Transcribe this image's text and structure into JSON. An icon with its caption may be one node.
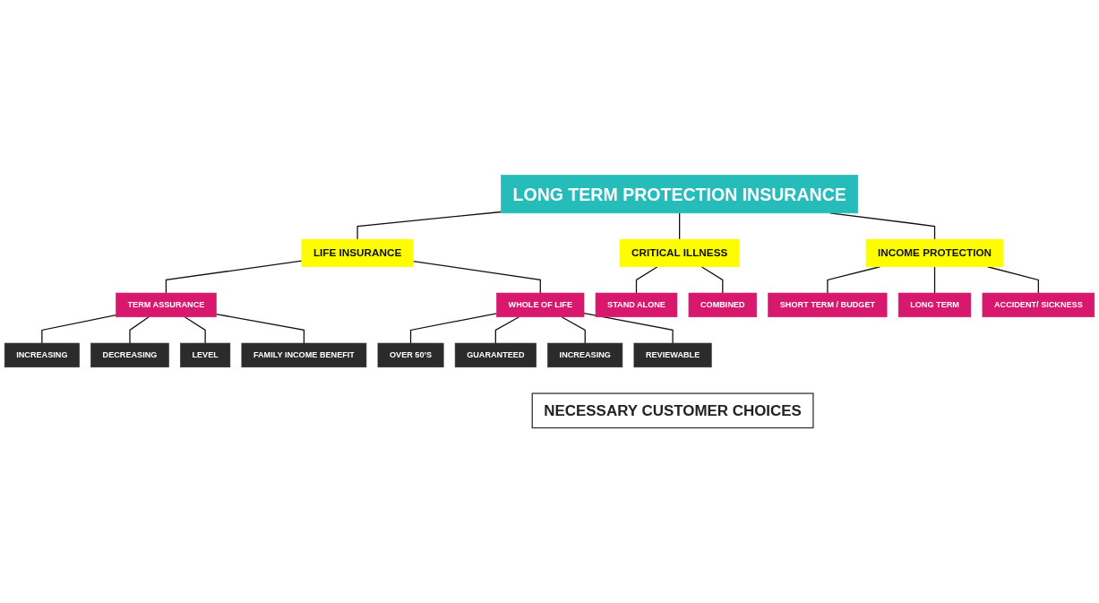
{
  "diagram": {
    "nodes": [
      {
        "text": [
          "LONG TERM PROTECTION INSURANCE"
        ]
      },
      {
        "text": [
          "LIFE INSURANCE"
        ]
      },
      {
        "text": [
          "CRITICAL ILLNESS"
        ]
      },
      {
        "text": [
          "INCOME PROTECTION"
        ]
      },
      {
        "text": [
          "TERM ASSURANCE"
        ]
      },
      {
        "text": [
          "WHOLE OF LIFE"
        ]
      },
      {
        "text": [
          "STAND ALONE"
        ]
      },
      {
        "text": [
          "COMBINED"
        ]
      },
      {
        "text": [
          "SHORT TERM / BUDGET"
        ]
      },
      {
        "text": [
          "LONG TERM"
        ]
      },
      {
        "text": [
          "ACCIDENT/ SICKNESS"
        ]
      },
      {
        "text": [
          "INCREASING"
        ]
      },
      {
        "text": [
          "DECREASING"
        ]
      },
      {
        "text": [
          "LEVEL"
        ]
      },
      {
        "text": [
          "FAMILY INCOME BENEFIT"
        ]
      },
      {
        "text": [
          "OVER 50’S"
        ]
      },
      {
        "text": [
          "GUARANTEED"
        ]
      },
      {
        "text": [
          "INCREASING"
        ]
      },
      {
        "text": [
          "REVIEWABLE"
        ]
      },
      {
        "text": [
          "NECESSARY CUSTOMER CHOICES"
        ]
      }
    ],
    "edges": [
      {
        "from": 0,
        "to": 1,
        "arrow": "none"
      },
      {
        "from": 0,
        "to": 2,
        "arrow": "none"
      },
      {
        "from": 0,
        "to": 3,
        "arrow": "none"
      },
      {
        "from": 1,
        "to": 4,
        "arrow": "none"
      },
      {
        "from": 1,
        "to": 5,
        "arrow": "none"
      },
      {
        "from": 2,
        "to": 6,
        "arrow": "none"
      },
      {
        "from": 2,
        "to": 7,
        "arrow": "none"
      },
      {
        "from": 3,
        "to": 8,
        "arrow": "none"
      },
      {
        "from": 3,
        "to": 9,
        "arrow": "none"
      },
      {
        "from": 3,
        "to": 10,
        "arrow": "none"
      },
      {
        "from": 4,
        "to": 11,
        "arrow": "none"
      },
      {
        "from": 4,
        "to": 12,
        "arrow": "none"
      },
      {
        "from": 4,
        "to": 13,
        "arrow": "none"
      },
      {
        "from": 4,
        "to": 14,
        "arrow": "none"
      },
      {
        "from": 5,
        "to": 15,
        "arrow": "none"
      },
      {
        "from": 5,
        "to": 16,
        "arrow": "none"
      },
      {
        "from": 5,
        "to": 17,
        "arrow": "none"
      },
      {
        "from": 5,
        "to": 18,
        "arrow": "none"
      }
    ]
  }
}
